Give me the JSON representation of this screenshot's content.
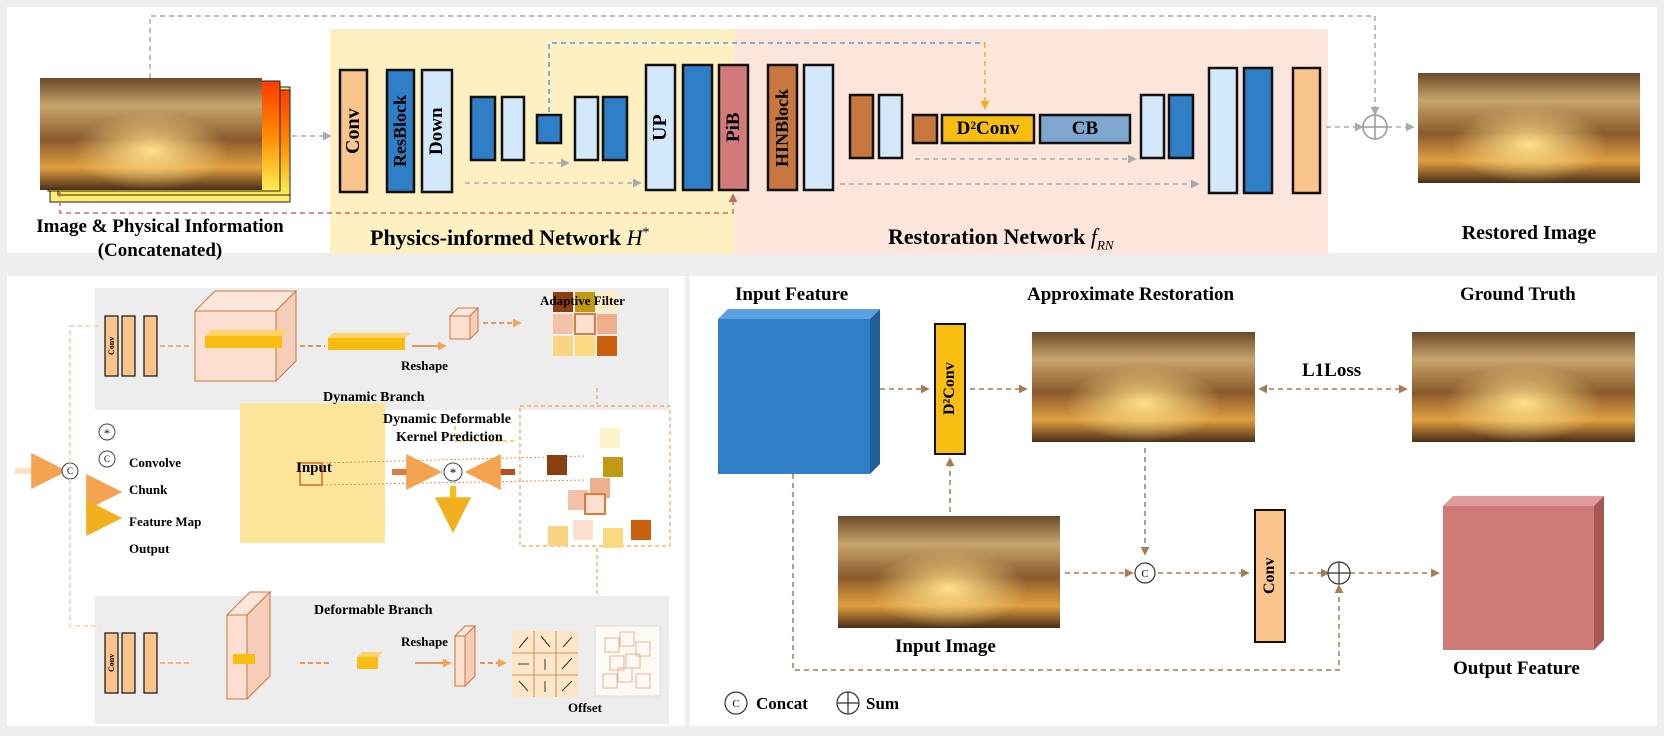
{
  "top": {
    "input_label_1": "Image & Physical Information",
    "input_label_2": "(Concatenated)",
    "pin_title": "Physics-informed Network ",
    "pin_symbol": "H",
    "pin_sup": "*",
    "rn_title": "Restoration Network ",
    "rn_symbol": "f",
    "rn_sub": "RN",
    "output_label": "Restored Image",
    "blocks": {
      "conv": "Conv",
      "resblock": "ResBlock",
      "down": "Down",
      "up": "UP",
      "pib": "PiB",
      "hinblock": "HINBlock",
      "d2conv": "D²Conv",
      "cb": "CB"
    }
  },
  "bottom_left": {
    "adaptive_filter": "Adaptive Filter",
    "reshape_top": "Reshape",
    "dynamic_branch": "Dynamic Branch",
    "ddkp_1": "Dynamic Deformable",
    "ddkp_2": "Kernel Prediction",
    "input": "Input",
    "legend": {
      "convolve": "Convolve",
      "chunk": "Chunk",
      "feature_map": "Feature Map",
      "output": "Output"
    },
    "deformable_branch": "Deformable Branch",
    "reshape_bottom": "Reshape",
    "offset": "Offset",
    "conv_small": "Conv"
  },
  "bottom_right": {
    "input_feature": "Input Feature",
    "approx_restoration": "Approximate Restoration",
    "ground_truth": "Ground Truth",
    "l1loss": "L1Loss",
    "d2conv": "D²Conv",
    "input_image": "Input Image",
    "conv": "Conv",
    "output_feature": "Output Feature",
    "legend_concat": "Concat",
    "legend_sum": "Sum"
  },
  "colors": {
    "orange_block": "#f9c58d",
    "dark_blue": "#2f7fc7",
    "light_blue": "#d4e8fb",
    "pink_block": "#d17a7a",
    "brown_block": "#c8783e",
    "yellow_block": "#f7be11",
    "steel_blue": "#7ea6cf",
    "pin_bg": "#fdf0c2",
    "rn_bg": "#fce6dc"
  }
}
